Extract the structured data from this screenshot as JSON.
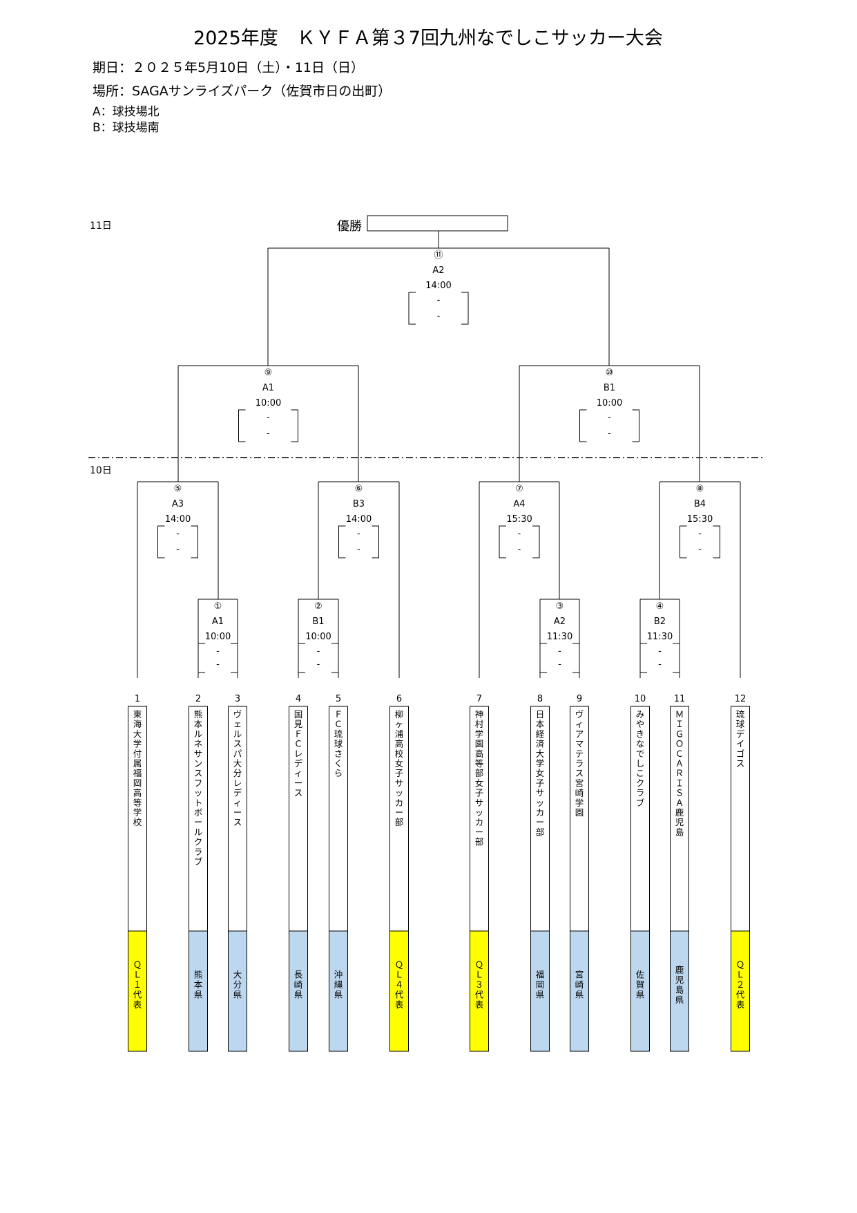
{
  "title": "2025年度　ＫＹＦＡ第３7回九州なでしこサッカー大会",
  "info": {
    "date": "期日：２０２５年5月10日（土）・11日（日）",
    "venue": "場所：SAGAサンライズパーク（佐賀市日の出町）",
    "field_a": "A：球技場北",
    "field_b": "B：球技場南"
  },
  "day_labels": {
    "day2": "11日",
    "day1": "10日"
  },
  "champion_label": "優勝",
  "champion_value": "",
  "score_placeholder": "-",
  "matches": [
    {
      "num": "①",
      "field": "A1",
      "time": "10:00"
    },
    {
      "num": "②",
      "field": "B1",
      "time": "10:00"
    },
    {
      "num": "③",
      "field": "A2",
      "time": "11:30"
    },
    {
      "num": "④",
      "field": "B2",
      "time": "11:30"
    },
    {
      "num": "⑤",
      "field": "A3",
      "time": "14:00"
    },
    {
      "num": "⑥",
      "field": "B3",
      "time": "14:00"
    },
    {
      "num": "⑦",
      "field": "A4",
      "time": "15:30"
    },
    {
      "num": "⑧",
      "field": "B4",
      "time": "15:30"
    },
    {
      "num": "⑨",
      "field": "A1",
      "time": "10:00"
    },
    {
      "num": "⑩",
      "field": "B1",
      "time": "10:00"
    },
    {
      "num": "⑪",
      "field": "A2",
      "time": "14:00"
    }
  ],
  "teams": [
    {
      "num": "1",
      "name": "東海大学付属福岡高等学校",
      "region": "ＱＬ１代表",
      "region_color": "#ffff00"
    },
    {
      "num": "2",
      "name": "熊本ルネサンスフットボールクラブ",
      "region": "熊本県",
      "region_color": "#bdd7ee"
    },
    {
      "num": "3",
      "name": "ヴェルスパ大分レディース",
      "region": "大分県",
      "region_color": "#bdd7ee"
    },
    {
      "num": "4",
      "name": "国見ＦＣレディース",
      "region": "長崎県",
      "region_color": "#bdd7ee"
    },
    {
      "num": "5",
      "name": "ＦＣ琉球さくら",
      "region": "沖縄県",
      "region_color": "#bdd7ee"
    },
    {
      "num": "6",
      "name": "柳ヶ浦高校女子サッカー部",
      "region": "ＱＬ４代表",
      "region_color": "#ffff00"
    },
    {
      "num": "7",
      "name": "神村学園高等部女子サッカー部",
      "region": "ＱＬ３代表",
      "region_color": "#ffff00"
    },
    {
      "num": "8",
      "name": "日本経済大学女子サッカー部",
      "region": "福岡県",
      "region_color": "#bdd7ee"
    },
    {
      "num": "9",
      "name": "ヴィアマテラス宮崎学園",
      "region": "宮崎県",
      "region_color": "#bdd7ee"
    },
    {
      "num": "10",
      "name": "みやきなでしこクラブ",
      "region": "佐賀県",
      "region_color": "#bdd7ee"
    },
    {
      "num": "11",
      "name": "ＭＩＧＯＣＡＲＩＳＡ鹿児島",
      "region": "鹿児島県",
      "region_color": "#bdd7ee"
    },
    {
      "num": "12",
      "name": "琉球デイゴス",
      "region": "ＱＬ２代表",
      "region_color": "#ffff00"
    }
  ]
}
